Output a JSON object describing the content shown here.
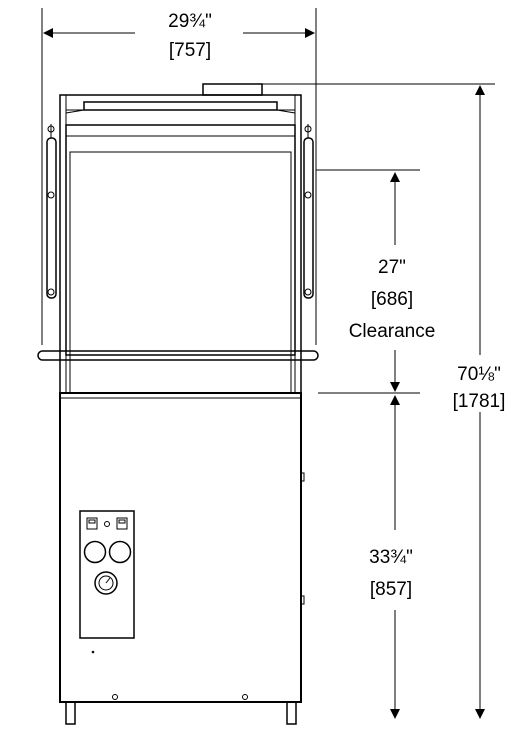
{
  "dimensions": {
    "width": {
      "value": "29¾\"",
      "metric": "[757]"
    },
    "door_clearance": {
      "value": "27\"",
      "metric": "[686]",
      "label": "Clearance"
    },
    "overall_height": {
      "value": "70⅛\"",
      "metric": "[1781]"
    },
    "lower_height": {
      "value": "33¾\"",
      "metric": "[857]"
    }
  },
  "colors": {
    "line": "#000000",
    "background": "#ffffff"
  }
}
